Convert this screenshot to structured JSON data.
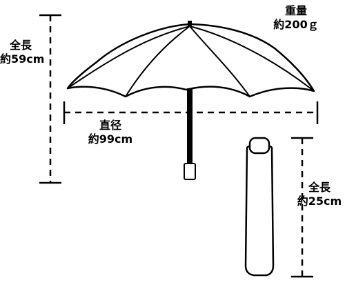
{
  "colors": {
    "ink": "#000000",
    "background": "#ffffff"
  },
  "labels": {
    "open_length": {
      "title": "全長",
      "value": "約59cm"
    },
    "weight": {
      "title": "重量",
      "value": "約200ｇ"
    },
    "diameter": {
      "title": "直径",
      "value": "約99cm"
    },
    "folded_length": {
      "title": "全長",
      "value": "約25cm"
    }
  }
}
